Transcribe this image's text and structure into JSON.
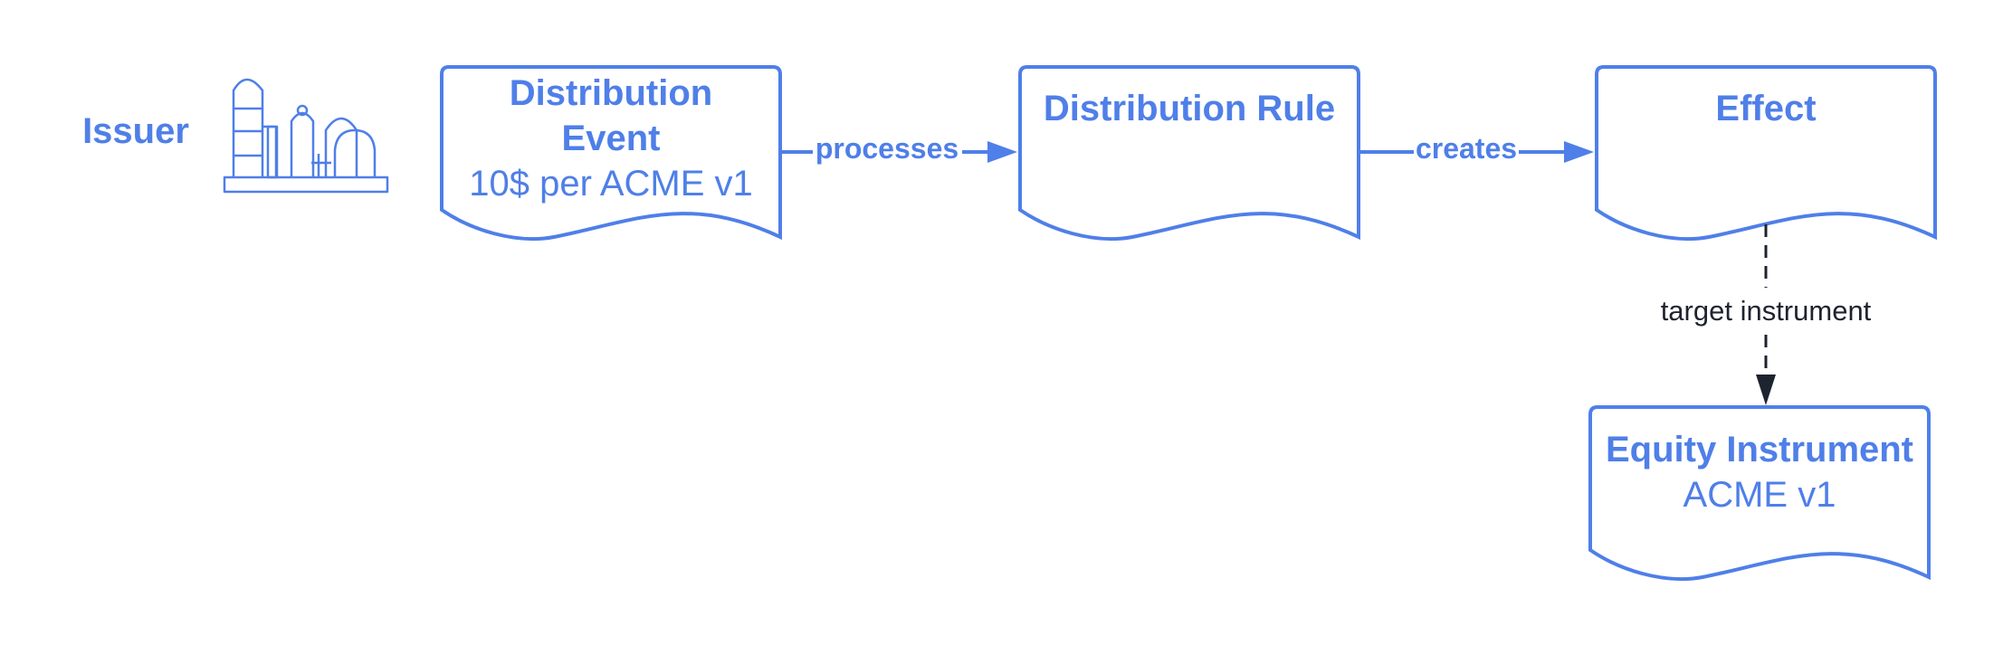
{
  "colors": {
    "primary": "#4f7fe8",
    "dark": "#1e2330",
    "background": "#ffffff"
  },
  "actor": {
    "label": "Issuer",
    "icon": "factory-icon"
  },
  "nodes": {
    "distribution_event": {
      "title_line1": "Distribution",
      "title_line2": "Event",
      "subtitle": "10$ per ACME v1"
    },
    "distribution_rule": {
      "title": "Distribution Rule"
    },
    "effect": {
      "title": "Effect"
    },
    "equity_instrument": {
      "title": "Equity Instrument",
      "subtitle": "ACME v1"
    }
  },
  "edges": {
    "processes": {
      "label": "processes"
    },
    "creates": {
      "label": "creates"
    },
    "target_instrument": {
      "label": "target instrument"
    }
  }
}
